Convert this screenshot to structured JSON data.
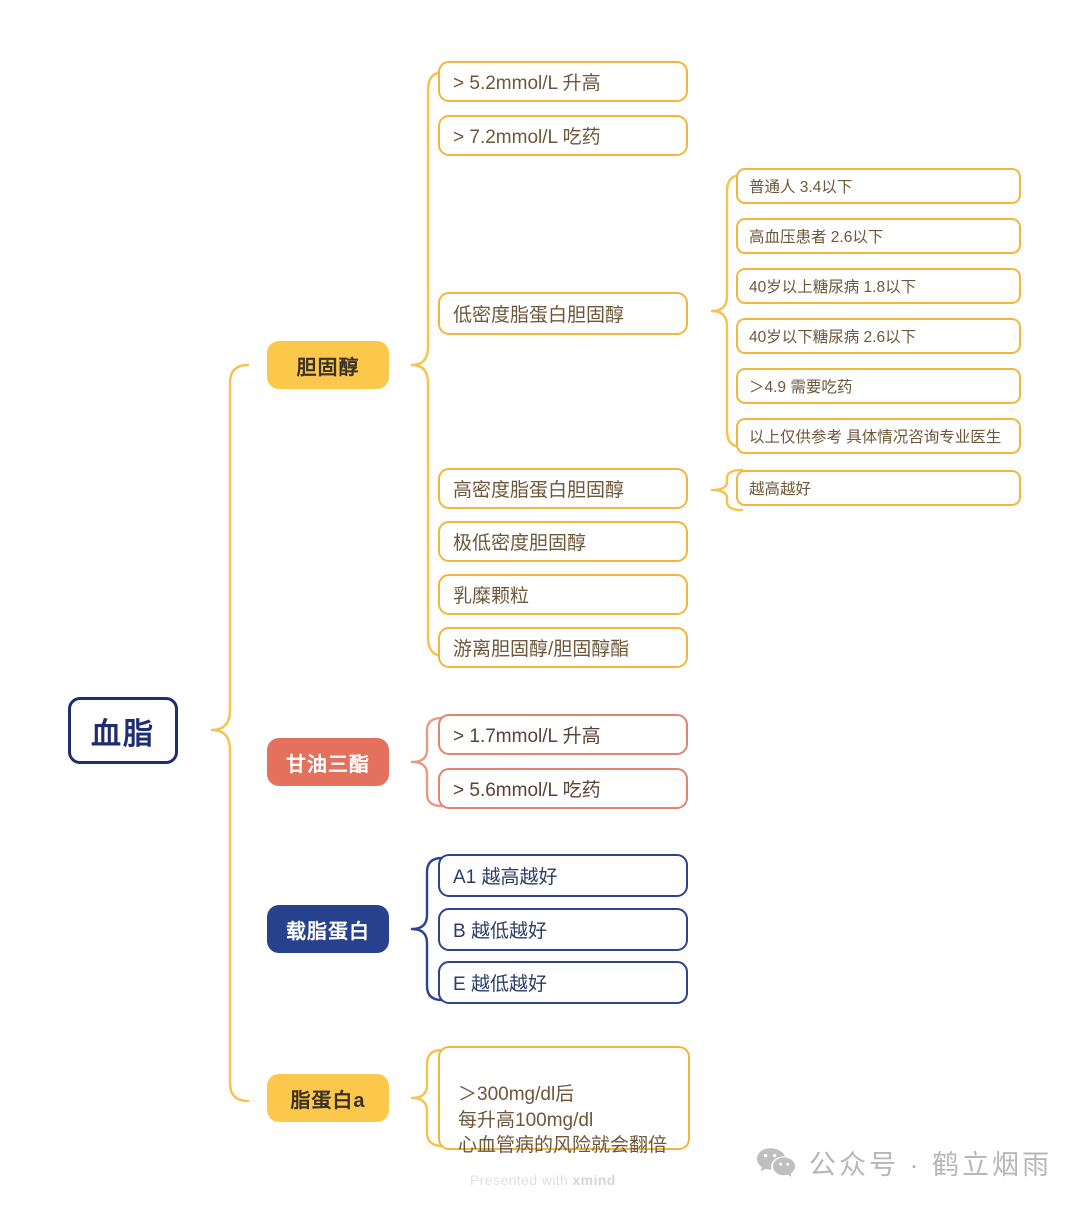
{
  "mindmap": {
    "title": "血脂",
    "root": {
      "label": "血脂"
    },
    "branches": [
      {
        "id": "cholesterol",
        "label": "胆固醇",
        "color": "#FBC84B",
        "style": "amber",
        "children": [
          {
            "label": "> 5.2mmol/L 升高"
          },
          {
            "label": "> 7.2mmol/L 吃药"
          },
          {
            "label": "低密度脂蛋白胆固醇",
            "children": [
              {
                "label": "普通人 3.4以下"
              },
              {
                "label": "高血压患者 2.6以下"
              },
              {
                "label": "40岁以上糖尿病 1.8以下"
              },
              {
                "label": "40岁以下糖尿病 2.6以下"
              },
              {
                "label": "＞4.9 需要吃药"
              },
              {
                "label": "以上仅供参考 具体情况咨询专业医生"
              }
            ]
          },
          {
            "label": "高密度脂蛋白胆固醇",
            "children": [
              {
                "label": "越高越好"
              }
            ]
          },
          {
            "label": "极低密度胆固醇"
          },
          {
            "label": "乳糜颗粒"
          },
          {
            "label": "游离胆固醇/胆固醇酯"
          }
        ]
      },
      {
        "id": "triglyceride",
        "label": "甘油三酯",
        "color": "#E3715E",
        "style": "salmon",
        "children": [
          {
            "label": "> 1.7mmol/L 升高"
          },
          {
            "label": "> 5.6mmol/L 吃药"
          }
        ]
      },
      {
        "id": "apolipoprotein",
        "label": "载脂蛋白",
        "color": "#28418C",
        "style": "navy",
        "children": [
          {
            "label": "A1 越高越好"
          },
          {
            "label": "B 越低越好"
          },
          {
            "label": "E 越低越好"
          }
        ]
      },
      {
        "id": "lipoprotein-a",
        "label": "脂蛋白a",
        "color": "#FBC84B",
        "style": "amber",
        "children": [
          {
            "label": "＞300mg/dl后\n每升高100mg/dl\n心血管病的风险就会翻倍"
          }
        ]
      }
    ]
  },
  "footer": {
    "xmind_prefix": "Presented with ",
    "xmind_name": "xmind",
    "wechat_label": "公众号 · 鹤立烟雨",
    "wechat_icon": "wechat-icon"
  },
  "colors": {
    "amber_fill": "#FBC84B",
    "amber_stroke": "#F3B63C",
    "salmon_fill": "#E3715E",
    "salmon_stroke": "#E3846E",
    "navy_fill": "#28418C",
    "navy_stroke": "#2B4390",
    "root_stroke": "#1F2E6E",
    "leaf_text": "#6E5739",
    "background": "#FFFFFF"
  }
}
